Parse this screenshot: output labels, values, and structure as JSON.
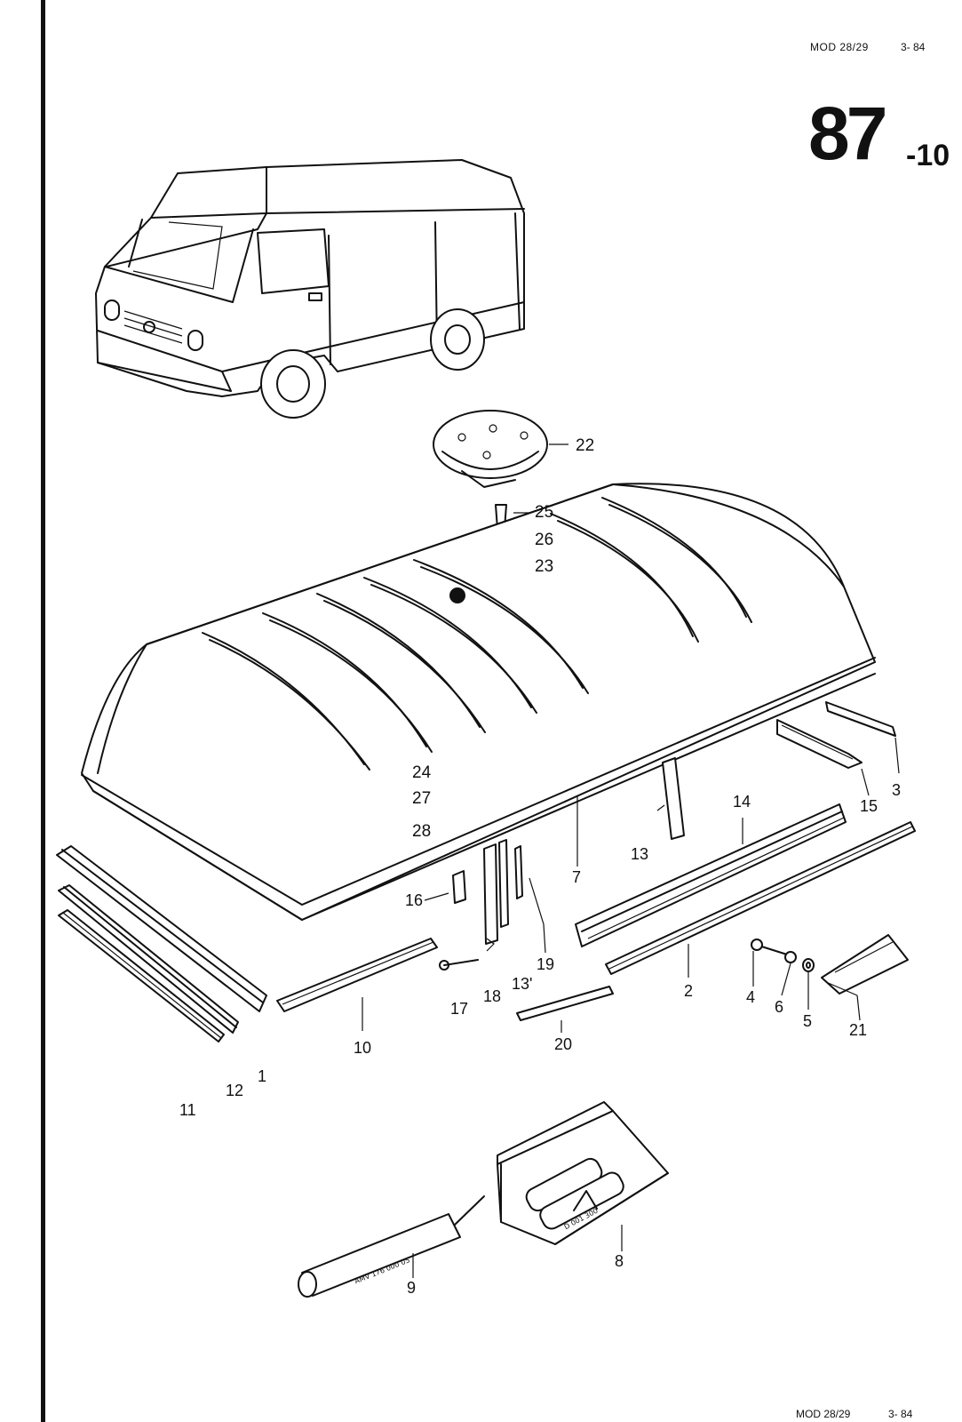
{
  "header": {
    "model_code": "MOD 28/29",
    "date": "3- 84",
    "section_major": "87",
    "section_minor": "-10"
  },
  "footer": {
    "model_code": "MOD 28/29",
    "date": "3- 84"
  },
  "tube_labels": {
    "cartridge": "AMV 176 000 05",
    "kit": "D 001 300"
  },
  "callouts": {
    "p1": "1",
    "p2": "2",
    "p3": "3",
    "p4": "4",
    "p5": "5",
    "p6": "6",
    "p7": "7",
    "p8": "8",
    "p9": "9",
    "p10": "10",
    "p11": "11",
    "p12": "12",
    "p13a": "13",
    "p13b": "13'",
    "p14": "14",
    "p15": "15",
    "p16": "16",
    "p17": "17",
    "p18": "18",
    "p19": "19",
    "p20": "20",
    "p21": "21",
    "p22": "22",
    "p23": "23",
    "p24": "24",
    "p25": "25",
    "p26": "26",
    "p27": "27",
    "p28": "28"
  }
}
